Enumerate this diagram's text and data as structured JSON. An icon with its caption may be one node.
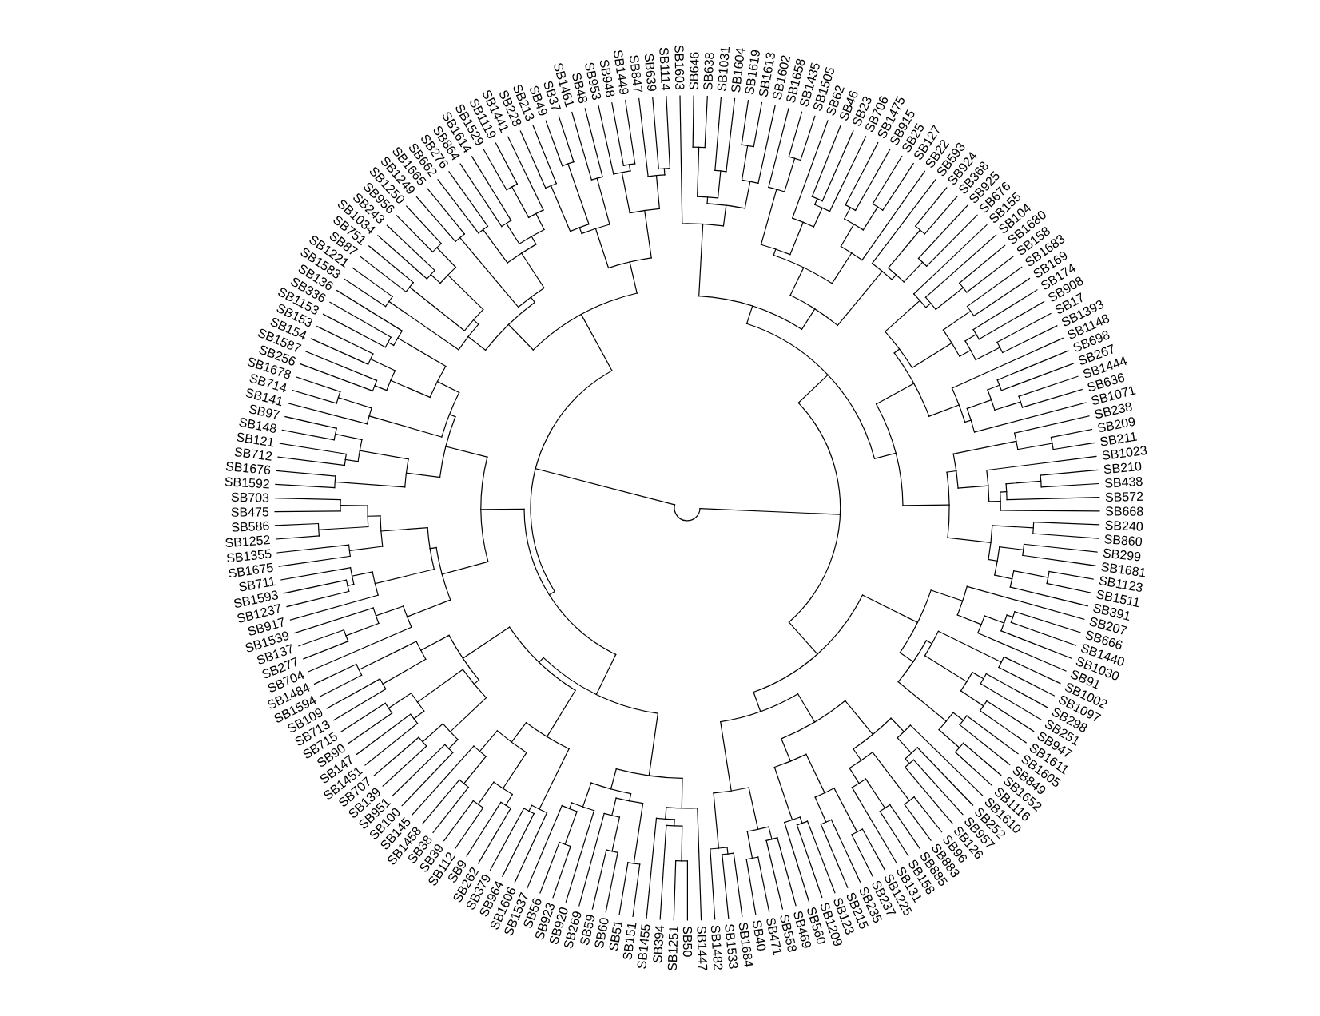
{
  "diagram": {
    "labels": [
      "SB703",
      "SB1592",
      "SB1676",
      "SB712",
      "SB121",
      "SB148",
      "SB97",
      "SB141",
      "SB714",
      "SB1678",
      "SB256",
      "SB1587",
      "SB154",
      "SB153",
      "SB1153",
      "SB336",
      "SB136",
      "SB1583",
      "SB1221",
      "SB87",
      "SB751",
      "SB1034",
      "SB243",
      "SB956",
      "SB1250",
      "SB1249",
      "SB1665",
      "SB662",
      "SB276",
      "SB864",
      "SB1614",
      "SB1529",
      "SB1119",
      "SB1441",
      "SB228",
      "SB213",
      "SB49",
      "SB37",
      "SB1461",
      "SB48",
      "SB953",
      "SB948",
      "SB1449",
      "SB847",
      "SB639",
      "SB1114",
      "SB1603",
      "SB646",
      "SB638",
      "SB1031",
      "SB1604",
      "SB1619",
      "SB1613",
      "SB1602",
      "SB1658",
      "SB1435",
      "SB1505",
      "SB62",
      "SB46",
      "SB23",
      "SB706",
      "SB1475",
      "SB915",
      "SB25",
      "SB127",
      "SB22",
      "SB593",
      "SB924",
      "SB368",
      "SB925",
      "SB676",
      "SB155",
      "SB104",
      "SB1680",
      "SB158",
      "SB1683",
      "SB169",
      "SB174",
      "SB908",
      "SB17",
      "SB1393",
      "SB1148",
      "SB698",
      "SB267",
      "SB1444",
      "SB636",
      "SB1071",
      "SB238",
      "SB209",
      "SB211",
      "SB1023",
      "SB210",
      "SB438",
      "SB572",
      "SB475",
      "SB586",
      "SB1252",
      "SB1355",
      "SB1675",
      "SB711",
      "SB1593",
      "SB1237",
      "SB917",
      "SB1539",
      "SB137",
      "SB277",
      "SB704",
      "SB1484",
      "SB1594",
      "SB109",
      "SB713",
      "SB715",
      "SB90",
      "SB147",
      "SB1451",
      "SB707",
      "SB139",
      "SB951",
      "SB100",
      "SB145",
      "SB1458",
      "SB38",
      "SB39",
      "SB112",
      "SB9",
      "SB262",
      "SB379",
      "SB964",
      "SB1606",
      "SB1537",
      "SB56",
      "SB923",
      "SB920",
      "SB269",
      "SB59",
      "SB60",
      "SB51",
      "SB151",
      "SB1455",
      "SB394",
      "SB1251",
      "SB50",
      "SB1447",
      "SB1482",
      "SB1533",
      "SB1684",
      "SB40",
      "SB471",
      "SB558",
      "SB469",
      "SB560",
      "SB1209",
      "SB123",
      "SB215",
      "SB235",
      "SB237",
      "SB1225",
      "SB131",
      "SB158",
      "SB885",
      "SB883",
      "SB96",
      "SB126",
      "SB957",
      "SB252",
      "SB1610",
      "SB1116",
      "SB1652",
      "SB849",
      "SB1605",
      "SB1611",
      "SB947",
      "SB251",
      "SB298",
      "SB1097",
      "SB1002",
      "SB91",
      "SB1030",
      "SB1440",
      "SB666",
      "SB207",
      "SB391",
      "SB1511",
      "SB1123",
      "SB1681",
      "SB299",
      "SB860",
      "SB240",
      "SB668"
    ]
  }
}
